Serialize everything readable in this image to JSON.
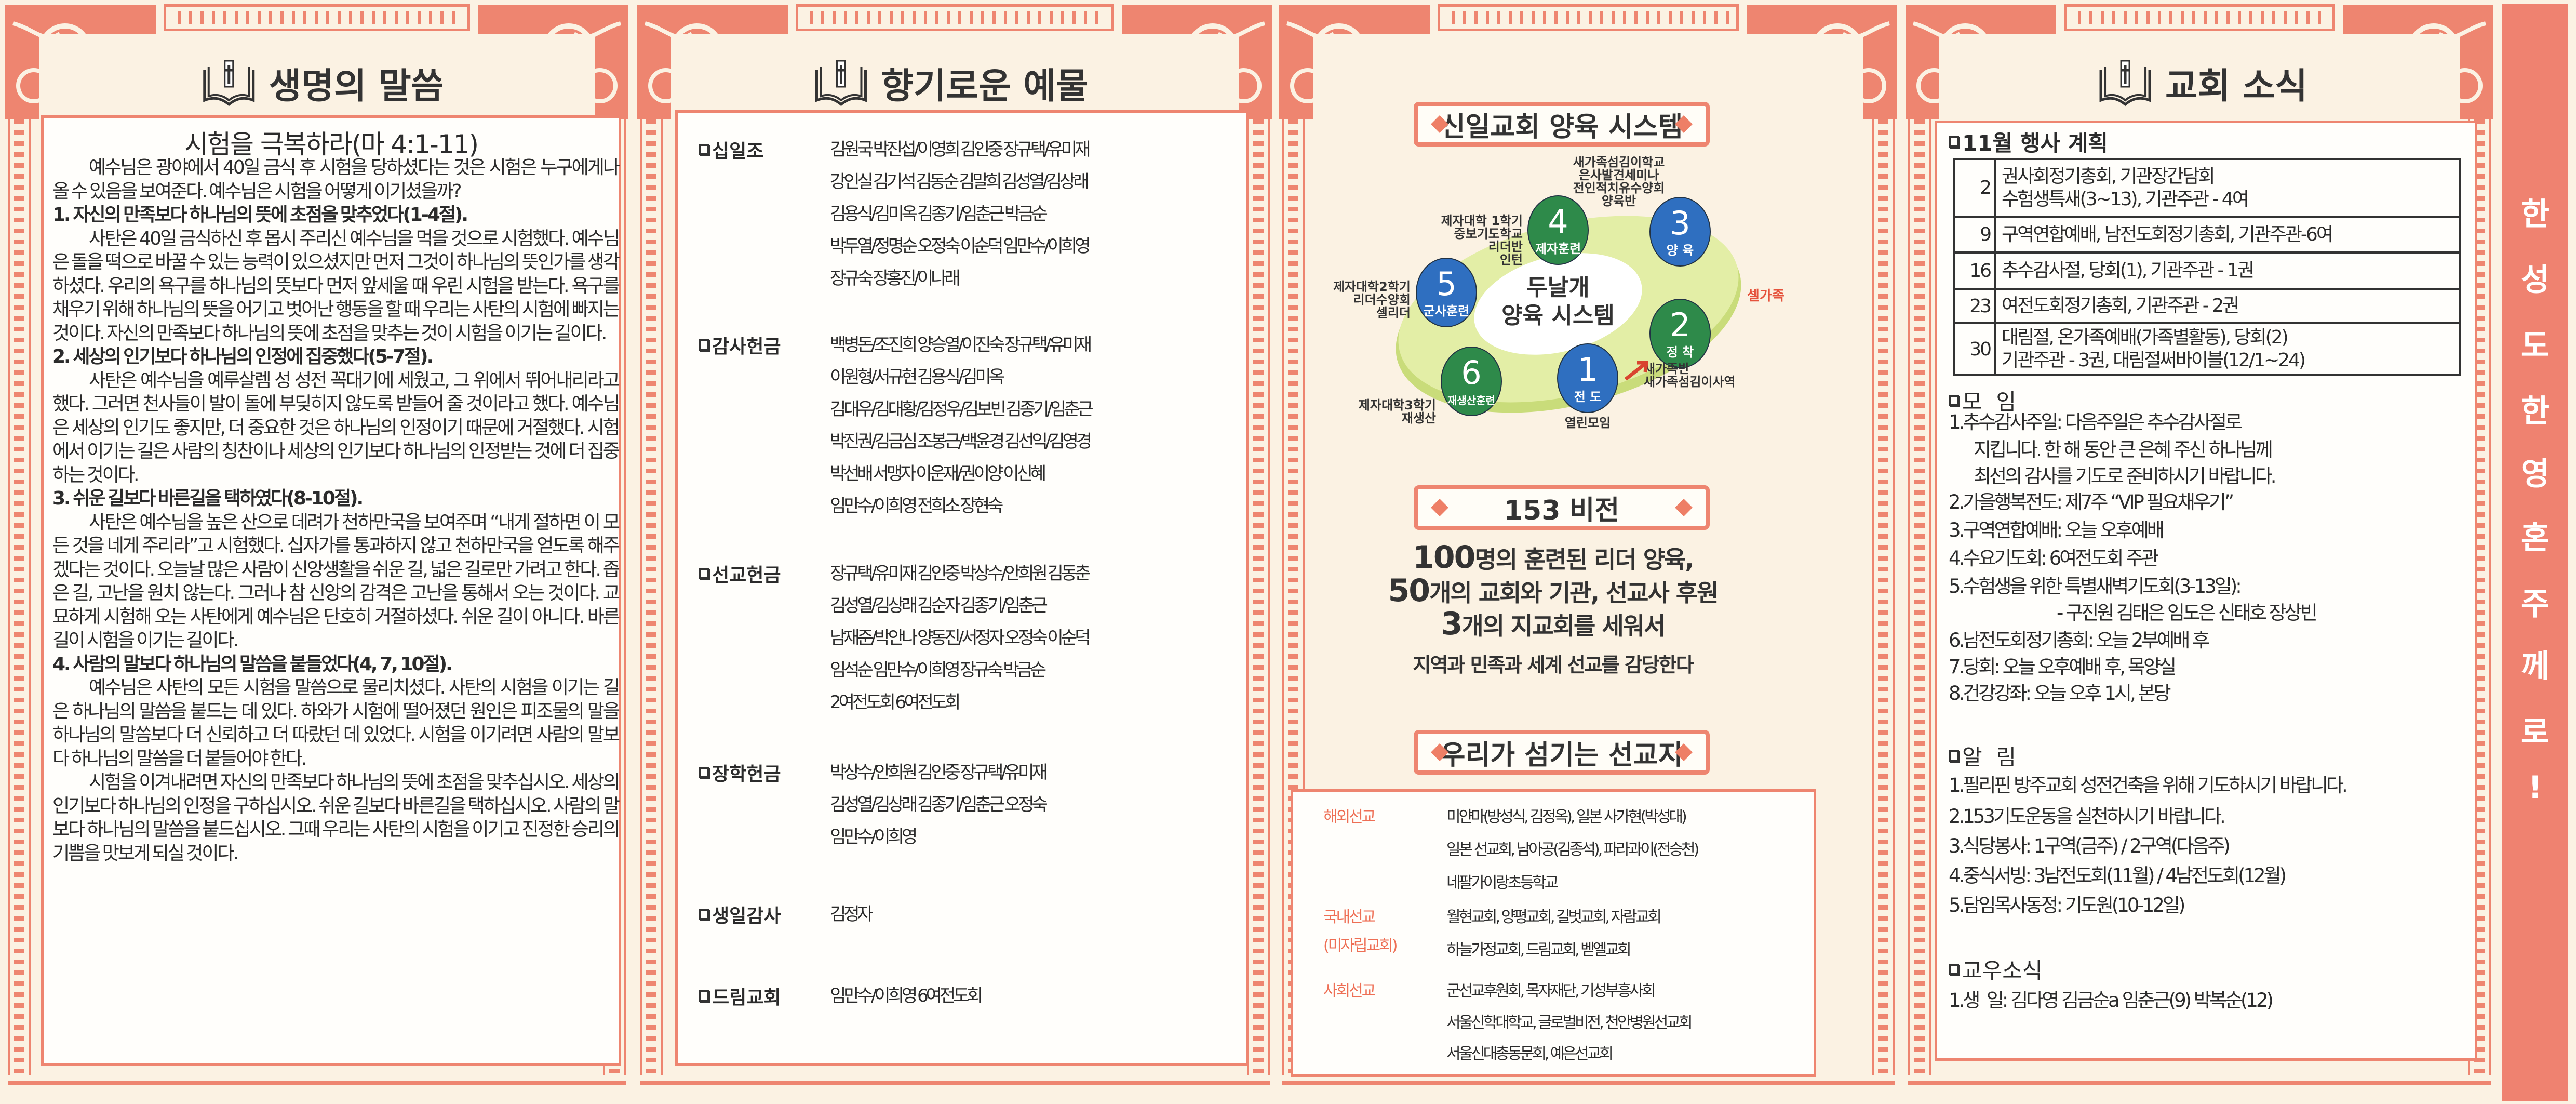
{
  "colors": {
    "accent": "#ee8570",
    "paper": "#fbf2e3",
    "blue_circle": "#2f6fc0",
    "green_circle": "#2e8a4a",
    "red_text": "#e5533c"
  },
  "panel1": {
    "header_title": "생명의 말씀",
    "header_icon": "book-cross-icon",
    "sermon_title": "시험을 극복하라(마 4:1-11)",
    "body": [
      {
        "type": "para",
        "text": "예수님은 광야에서 40일 금식 후 시험을 당하셨다는 것은 시험은 누구에게나 올 수 있음을 보여준다. 예수님은 시험을 어떻게 이기셨을까?"
      },
      {
        "type": "head",
        "text": "1. 자신의 만족보다 하나님의 뜻에 초점을 맞추었다(1-4절)."
      },
      {
        "type": "para",
        "text": "사탄은 40일 금식하신 후 몹시 주리신 예수님을 먹을 것으로 시험했다. 예수님은 돌을 떡으로 바꿀 수 있는 능력이 있으셨지만 먼저 그것이 하나님의 뜻인가를 생각하셨다. 우리의 욕구를 하나님의 뜻보다 먼저 앞세울 때 우린 시험을 받는다. 욕구를 채우기 위해 하나님의 뜻을 어기고 벗어난 행동을 할 때 우리는 사탄의 시험에 빠지는 것이다. 자신의 만족보다 하나님의 뜻에 초점을 맞추는 것이 시험을 이기는 길이다."
      },
      {
        "type": "head",
        "text": "2. 세상의 인기보다 하나님의 인정에 집중했다(5-7절)."
      },
      {
        "type": "para",
        "text": "사탄은 예수님을 예루살렘 성 성전 꼭대기에 세웠고, 그 위에서 뛰어내리라고 했다. 그러면 천사들이 발이 돌에 부딪히지 않도록 받들어 줄 것이라고 했다. 예수님은 세상의 인기도 좋지만, 더 중요한 것은 하나님의 인정이기 때문에 거절했다. 시험에서 이기는 길은 사람의 칭찬이나 세상의 인기보다 하나님의 인정받는 것에 더 집중하는 것이다."
      },
      {
        "type": "head",
        "text": "3. 쉬운 길보다 바른길을 택하였다(8-10절)."
      },
      {
        "type": "para",
        "text": "사탄은 예수님을 높은 산으로 데려가 천하만국을 보여주며 “내게 절하면 이 모든 것을 네게 주리라”고 시험했다. 십자가를 통과하지 않고 천하만국을 얻도록 해주겠다는 것이다. 오늘날 많은 사람이 신앙생활을 쉬운 길, 넓은 길로만 가려고 한다. 좁은 길, 고난을 원치 않는다. 그러나 참 신앙의 감격은 고난을 통해서 오는 것이다. 교묘하게 시험해 오는 사탄에게 예수님은 단호히 거절하셨다. 쉬운 길이 아니다. 바른길이 시험을 이기는 길이다."
      },
      {
        "type": "head",
        "text": "4. 사람의 말보다 하나님의 말씀을 붙들었다(4, 7, 10절)."
      },
      {
        "type": "para",
        "text": "예수님은 사탄의 모든 시험을 말씀으로 물리치셨다. 사탄의 시험을 이기는 길은 하나님의 말씀을 붙드는 데 있다. 하와가 시험에 떨어졌던 원인은 피조물의 말을 하나님의 말씀보다 더 신뢰하고 더 따랐던 데 있었다. 시험을 이기려면 사람의 말보다 하나님의 말씀을 더 붙들어야 한다."
      },
      {
        "type": "para",
        "text": "시험을 이겨내려면 자신의 만족보다 하나님의 뜻에 초점을 맞추십시오. 세상의 인기보다 하나님의 인정을 구하십시오. 쉬운 길보다 바른길을 택하십시오. 사람의 말보다 하나님의 말씀을 붙드십시오. 그때 우리는 사탄의 시험을 이기고 진정한 승리의 기쁨을 맛보게 되실 것이다."
      }
    ]
  },
  "panel2": {
    "header_title": "향기로운 예물",
    "sections": [
      {
        "label": "십일조",
        "lines": [
          "김원국 박진섭/이영희 김인중 장규택/유미재",
          "강인실 김기석 김동순 김말희 김성열/김상래",
          "김용식/김미옥 김종기/임춘근 박금순",
          "박두열/정명순 오정숙 이순덕 임만수/이희영",
          "장규숙 장홍진/이나래"
        ]
      },
      {
        "label": "감사헌금",
        "lines": [
          "백병돈/조진희 양승열/이진숙 장규택/유미재",
          "이원형/서규현 김용식/김미옥",
          "김대우/김대황/김정우/김보빈 김종기/임춘근",
          "박진권/김금심 조봉근/백윤경 김선익/김영경",
          "박선배 서맹자 이운재/권이양 이신혜",
          "임만수/이희영 전희소 장현숙"
        ]
      },
      {
        "label": "선교헌금",
        "lines": [
          "장규택/유미재 김인중 박상수/안희원 김동춘",
          "김성열/김상래 김순자 김종기/임춘근",
          "남재준/박안나 양동진/서정자 오정숙 이순덕",
          "임석순 임만수/이희영 장규숙 박금순",
          "2여전도회 6여전도회"
        ]
      },
      {
        "label": "장학헌금",
        "lines": [
          "박상수/안희원 김인중 장규택/유미재",
          "김성열/김상래 김종기/임춘근 오정숙",
          "임만수/이희영"
        ]
      },
      {
        "label": "생일감사",
        "lines": [
          "김정자"
        ]
      },
      {
        "label": "드림교회",
        "lines": [
          "임만수/이희영 6여전도회"
        ]
      }
    ]
  },
  "panel3": {
    "system_title": "신일교회 양육 시스템",
    "center_lines": [
      "두날개",
      "양육 시스템"
    ],
    "cell_family_label": "셀가족",
    "steps": [
      {
        "num": "1",
        "name": "전 도",
        "desc": [
          "열린모임"
        ]
      },
      {
        "num": "2",
        "name": "정 착",
        "desc": [
          "새가족반",
          "새가족섬김이사역"
        ]
      },
      {
        "num": "3",
        "name": "양 육",
        "desc": [
          "새가족섬김이학교",
          "은사발견세미나",
          "전인적치유수양회",
          "양육반"
        ]
      },
      {
        "num": "4",
        "name": "제자훈련",
        "desc": [
          "제자대학 1학기",
          "중보기도학교",
          "리더반",
          "인턴"
        ]
      },
      {
        "num": "5",
        "name": "군사훈련",
        "desc": [
          "제자대학2학기",
          "리더수양회",
          "셀리더"
        ]
      },
      {
        "num": "6",
        "name": "재생산훈련",
        "desc": [
          "제자대학3학기",
          "재생산"
        ]
      }
    ],
    "vision_title": "153 비전",
    "vision_lines": [
      {
        "num": "100",
        "text": "명의 훈련된 리더 양육,"
      },
      {
        "num": "50",
        "text": "개의 교회와 기관, 선교사 후원"
      },
      {
        "num": "3",
        "text": "개의 지교회를 세워서"
      },
      {
        "num": "",
        "text": "지역과 민족과 세계 선교를 감당한다"
      }
    ],
    "missions_title": "우리가 섬기는 선교지",
    "missions": [
      {
        "label": [
          "해외선교"
        ],
        "lines": [
          "미얀마(방성식, 김정옥), 일본 사가현(박성대)",
          "일본 선교회, 남아공(김종석), 파라과이(전승천)",
          "네팔가이랑초등학교"
        ]
      },
      {
        "label": [
          "국내선교",
          "(미자립교회)"
        ],
        "lines": [
          "월현교회, 양평교회, 길벗교회, 자람교회",
          "하늘가정교회, 드림교회, 벧엘교회"
        ]
      },
      {
        "label": [
          "사회선교"
        ],
        "lines": [
          "군선교후원회, 목자재단, 기성부흥사회",
          "서울신학대학교, 글로벌비전, 천안병원선교회",
          "서울신대총동문회, 예은선교회"
        ]
      }
    ]
  },
  "panel4": {
    "header_title": "교회 소식",
    "events_heading": "11월 행사 계획",
    "events": [
      {
        "date": "2",
        "lines": [
          "권사회정기총회, 기관장간담회",
          "수험생특새(3~13), 기관주관 - 4여"
        ]
      },
      {
        "date": "9",
        "lines": [
          "구역연합예배, 남전도회정기총회, 기관주관-6여"
        ]
      },
      {
        "date": "16",
        "lines": [
          "추수감사절, 당회(1), 기관주관 - 1권"
        ]
      },
      {
        "date": "23",
        "lines": [
          "여전도회정기총회, 기관주관 - 2권"
        ]
      },
      {
        "date": "30",
        "lines": [
          "대림절, 온가족예배(가족별활동), 당회(2)",
          "기관주관 - 3권, 대림절써바이블(12/1~24)"
        ]
      }
    ],
    "meetings_heading": "모  임",
    "meetings": [
      "1.추수감사주일: 다음주일은 추수감사절로",
      "지킵니다. 한 해 동안 큰 은혜 주신 하나님께",
      "최선의 감사를 기도로 준비하시기 바랍니다.",
      "2.가을행복전도: 제7주 “VIP 필요채우기”",
      "3.구역연합예배: 오늘 오후예배",
      "4.수요기도회: 6여전도회 주관",
      "5.수험생을 위한 특별새벽기도회(3-13일):",
      "- 구진원 김태은 임도은 신태호 장상빈",
      "6.남전도회정기총회: 오늘 2부예배 후",
      "7.당회: 오늘 오후예배 후, 목양실",
      "8.건강강좌: 오늘 오후 1시, 본당"
    ],
    "notices_heading": "알  림",
    "notices": [
      "1.필리핀 방주교회 성전건축을 위해 기도하시기 바랍니다.",
      "2.153기도운동을 실천하시기 바랍니다.",
      "3.식당봉사: 1구역(금주) / 2구역(다음주)",
      "4.중식서빙: 3남전도회(11월) / 4남전도회(12월)",
      "5.담임목사동정: 기도원(10-12일)"
    ],
    "members_heading": "교우소식",
    "members": [
      "1.생  일: 김다영 김금순a 임춘근(9) 박복순(12)"
    ]
  },
  "side_strip": {
    "chars": [
      "한",
      "성",
      "도",
      "한",
      "영",
      "혼",
      "주",
      "께",
      "로",
      "!"
    ]
  }
}
